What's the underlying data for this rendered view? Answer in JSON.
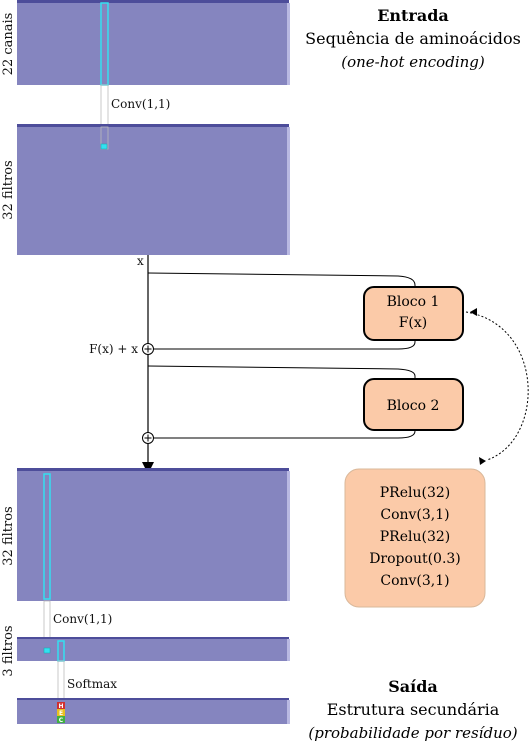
{
  "input": {
    "title": "Entrada",
    "subtitle": "Sequência de aminoácidos",
    "note": "(one-hot encoding)",
    "channels_label": "22 canais"
  },
  "layers": {
    "filters_1": "32 filtros",
    "filters_2": "32 filtros",
    "filters_3": "3 filtros",
    "conv1_label": "Conv(1,1)",
    "conv2_label": "Conv(1,1)",
    "softmax_label": "Softmax",
    "x_label": "x",
    "fx_label": "F(x) + x"
  },
  "blocks": {
    "block1_line1": "Bloco 1",
    "block1_line2": "F(x)",
    "block2": "Bloco 2",
    "detail": [
      "PRelu(32)",
      "Conv(3,1)",
      "PRelu(32)",
      "Dropout(0.3)",
      "Conv(3,1)"
    ]
  },
  "output": {
    "title": "Saída",
    "subtitle": "Estrutura secundária",
    "note": "(probabilidade por resíduo)",
    "classes": [
      "H",
      "E",
      "C"
    ]
  },
  "colors": {
    "slab": "#8585bf",
    "slab_edge": "#4d4d9a",
    "block_fill": "#fbcaa8",
    "detail_fill": "#fbcaa8",
    "highlight": "#33e0f0"
  }
}
